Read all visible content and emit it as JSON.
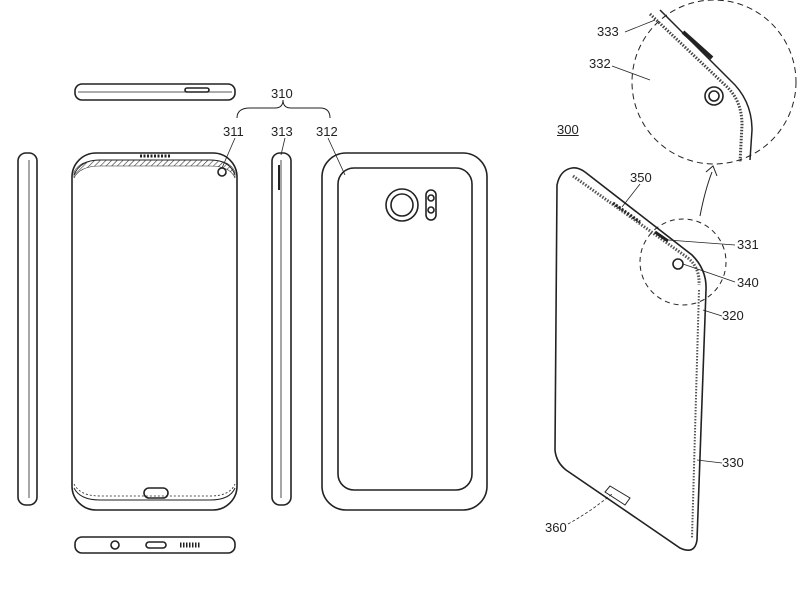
{
  "figure": {
    "labels": {
      "group": "310",
      "front_edge": "311",
      "side": "313",
      "rear": "312",
      "device": "300",
      "detail_top": "333",
      "detail_side": "332",
      "speaker": "350",
      "corner": "331",
      "camera": "340",
      "frame": "320",
      "display": "330",
      "home_button": "360"
    }
  }
}
